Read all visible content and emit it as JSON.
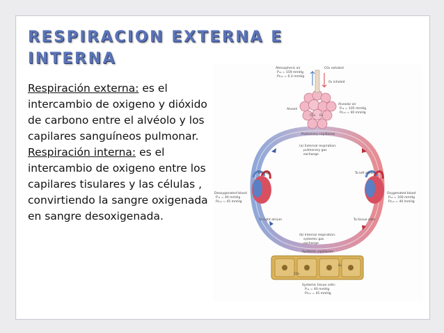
{
  "slide": {
    "title": "RESPIRACION  EXTERNA  E INTERNA",
    "paragraphs": [
      {
        "term": "Respiración externa:",
        "text": " es el intercambio de oxigeno y dióxido de carbono entre el alvéolo y los capilares sanguíneos pulmonar."
      },
      {
        "term": "Respiración interna:",
        "text": " es el intercambio de oxigeno entre los capilares tisulares y las células , convirtiendo la sangre oxigenada en sangre desoxigenada."
      }
    ]
  },
  "diagram": {
    "atmospheric_air": "Atmospheric air",
    "atm_po2": "Pₒ₂ = 159 mmHg",
    "atm_pco2": "Pᴄₒ₂ = 0.3 mmHg",
    "co2_exhaled": "CO₂ exhaled",
    "o2_inhaled": "O₂ inhaled",
    "alveoli": "Alveoli",
    "alveolar_air": "Alveolar air",
    "alv_po2": "Pₒ₂ = 105 mmHg",
    "alv_pco2": "Pᴄₒ₂ = 40 mmHg",
    "co2_label": "CO₂",
    "o2_label": "O₂",
    "pulmonary_capillaries": "Pulmonary capillaries",
    "external_resp": [
      "(a) External respiration:",
      "pulmonary gas",
      "exchange"
    ],
    "to_lungs": "To lungs",
    "to_left_atrium": "To left atrium",
    "deoxygenated_blood": "Deoxygenated blood",
    "deox_po2": "Pₒ₂ = 40 mmHg",
    "deox_pco2": "Pᴄₒ₂ = 45 mmHg",
    "oxygenated_blood": "Oxygenated blood",
    "ox_po2": "Pₒ₂ = 100 mmHg",
    "ox_pco2": "Pᴄₒ₂ = 40 mmHg",
    "to_right_atrium": "To right atrium",
    "to_tissue_cells": "To tissue cells",
    "internal_resp": [
      "(b) Internal respiration:",
      "systemic gas",
      "exchange"
    ],
    "systemic_capillaries": "Systemic capillaries",
    "systemic_cells": "Systemic tissue cells:",
    "sys_po2": "Pₒ₂ = 40 mmHg",
    "sys_pco2": "Pᴄₒ₂ = 45 mmHg"
  },
  "colors": {
    "title": "#5b74b8",
    "oxygenated": "#e23a44",
    "deoxygenated": "#3a6fb8",
    "alveoli": "#f2b8c6",
    "tissue_cells": "#d9b25a"
  }
}
